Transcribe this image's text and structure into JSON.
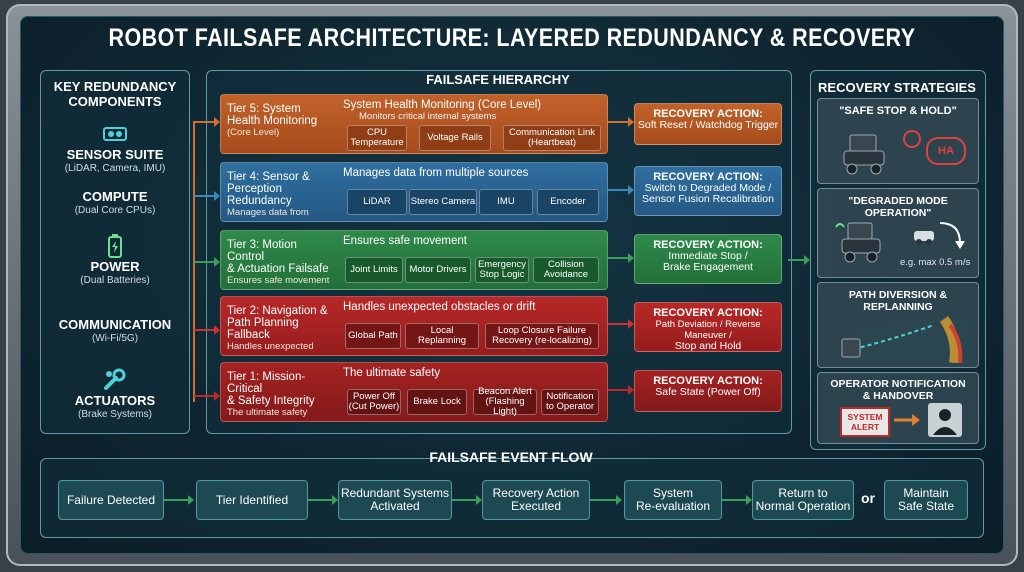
{
  "title": "ROBOT FAILSAFE ARCHITECTURE: LAYERED REDUNDANCY & RECOVERY",
  "left_panel": {
    "title_line1": "KEY REDUNDANCY",
    "title_line2": "COMPONENTS",
    "components": [
      {
        "name": "SENSOR SUITE",
        "sub": "(LiDAR, Camera, IMU)",
        "icon": "sensor-icon"
      },
      {
        "name": "COMPUTE",
        "sub": "(Dual Core CPUs)",
        "icon": "cpu-icon"
      },
      {
        "name": "POWER",
        "sub": "(Dual Batteries)",
        "icon": "battery-icon"
      },
      {
        "name": "COMMUNICATION",
        "sub": "(Wi-Fi/5G)",
        "icon": "wifi-icon"
      },
      {
        "name": "ACTUATORS",
        "sub": "(Brake Systems)",
        "icon": "wrench-icon"
      }
    ]
  },
  "hierarchy": {
    "title": "FAILSAFE HIERARCHY",
    "tiers": [
      {
        "name_l1": "Tier 5: System",
        "name_l2": "Health Monitoring",
        "sub": "(Core Level)",
        "heading": "System Health Monitoring (Core Level)",
        "subheading": "Monitors critical internal systems",
        "chips": [
          "CPU Temperature",
          "Voltage Rails",
          "Communication Link (Heartbeat)"
        ],
        "action_title": "RECOVERY ACTION:",
        "action_l1": "Soft Reset / Watchdog Trigger",
        "action_l2": ""
      },
      {
        "name_l1": "Tier 4: Sensor &",
        "name_l2": "Perception Redundancy",
        "sub": "Manages data from",
        "heading": "Manages data from multiple sources",
        "subheading": "",
        "chips": [
          "LiDAR",
          "Stereo Camera",
          "IMU",
          "Encoder"
        ],
        "action_title": "RECOVERY ACTION:",
        "action_l1": "Switch to Degraded Mode /",
        "action_l2": "Sensor Fusion Recalibration"
      },
      {
        "name_l1": "Tier 3: Motion Control",
        "name_l2": "& Actuation Failsafe",
        "sub": "Ensures safe movement",
        "heading": "Ensures safe movement",
        "subheading": "",
        "chips": [
          "Joint Limits",
          "Motor Drivers",
          "Emergency Stop Logic",
          "Collision Avoidance"
        ],
        "action_title": "RECOVERY ACTION:",
        "action_l1": "Immediate Stop /",
        "action_l2": "Brake Engagement"
      },
      {
        "name_l1": "Tier 2: Navigation &",
        "name_l2": "Path Planning Fallback",
        "sub": "Handles unexpected",
        "heading": "Handles unexpected obstacles or drift",
        "subheading": "",
        "chips": [
          "Global Path",
          "Local Replanning",
          "Loop Closure Failure Recovery (re-localizing)"
        ],
        "action_title": "RECOVERY ACTION:",
        "action_l1": "Path Deviation / Reverse Maneuver /",
        "action_l2": "Stop and Hold"
      },
      {
        "name_l1": "Tier 1: Mission-Critical",
        "name_l2": "& Safety Integrity",
        "sub": "The ultimate safety",
        "heading": "The ultimate safety",
        "subheading": "",
        "chips": [
          "Power Off (Cut Power)",
          "Brake Lock",
          "Beacon Alert (Flashing Light)",
          "Notification to Operator"
        ],
        "action_title": "RECOVERY ACTION:",
        "action_l1": "Safe State (Power Off)",
        "action_l2": ""
      }
    ]
  },
  "strategies": {
    "title": "RECOVERY STRATEGIES",
    "items": [
      {
        "title": "\"SAFE STOP & HOLD\"",
        "badge": "HA",
        "note": ""
      },
      {
        "title": "\"DEGRADED MODE OPERATION\"",
        "badge": "",
        "note": "e.g. max 0.5 m/s"
      },
      {
        "title": "PATH DIVERSION & REPLANNING",
        "badge": "",
        "note": ""
      },
      {
        "title_l1": "OPERATOR NOTIFICATION",
        "title": "& HANDOVER",
        "badge": "",
        "note": "",
        "alert_l1": "SYSTEM",
        "alert_l2": "ALERT"
      }
    ]
  },
  "flow": {
    "title": "FAILSAFE EVENT FLOW",
    "steps": [
      {
        "l1": "Failure Detected",
        "l2": ""
      },
      {
        "l1": "Tier Identified",
        "l2": ""
      },
      {
        "l1": "Redundant Systems",
        "l2": "Activated"
      },
      {
        "l1": "Recovery Action",
        "l2": "Executed"
      },
      {
        "l1": "System",
        "l2": "Re-evaluation"
      },
      {
        "l1": "Return to",
        "l2": "Normal Operation"
      },
      {
        "l1": "Maintain",
        "l2": "Safe State"
      }
    ],
    "or_label": "or"
  },
  "colors": {
    "tier5": "#c2622a",
    "tier4": "#2f6fa0",
    "tier3": "#2f8a4a",
    "tier2": "#b82828",
    "tier1": "#a62222",
    "accent": "#5f9aa6"
  }
}
